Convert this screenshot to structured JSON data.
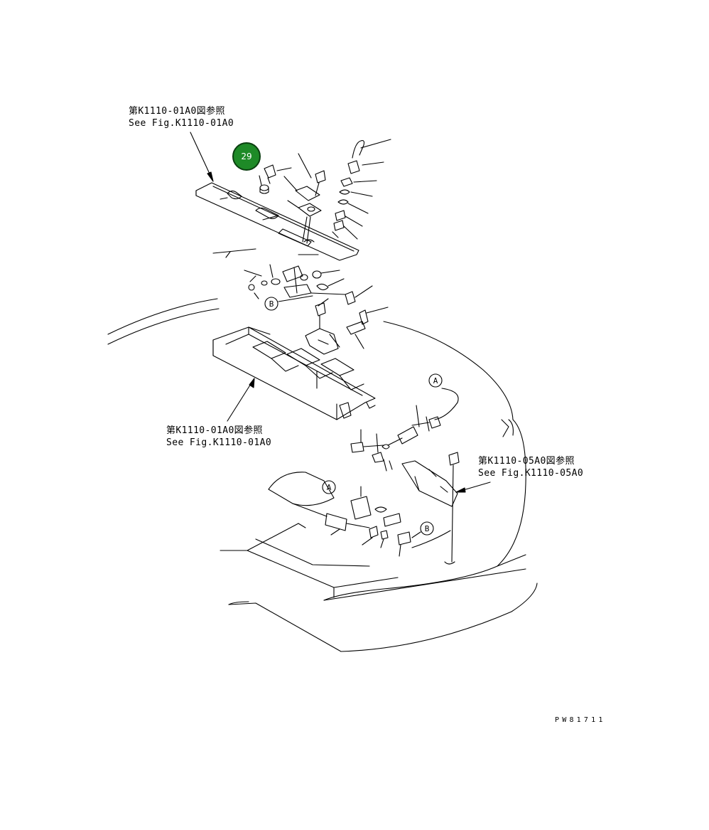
{
  "references": [
    {
      "line_jp": "第K1110-01A0図参照",
      "line_en": "See Fig.K1110-01A0"
    },
    {
      "line_jp": "第K1110-01A0図参照",
      "line_en": "See Fig.K1110-01A0"
    },
    {
      "line_jp": "第K1110-05A0図参照",
      "line_en": "See Fig.K1110-05A0"
    }
  ],
  "part_badge": {
    "number": "29",
    "color": "#1e8a27"
  },
  "connection_labels": {
    "a": "A",
    "b": "B"
  },
  "drawing_code": "PW81711"
}
